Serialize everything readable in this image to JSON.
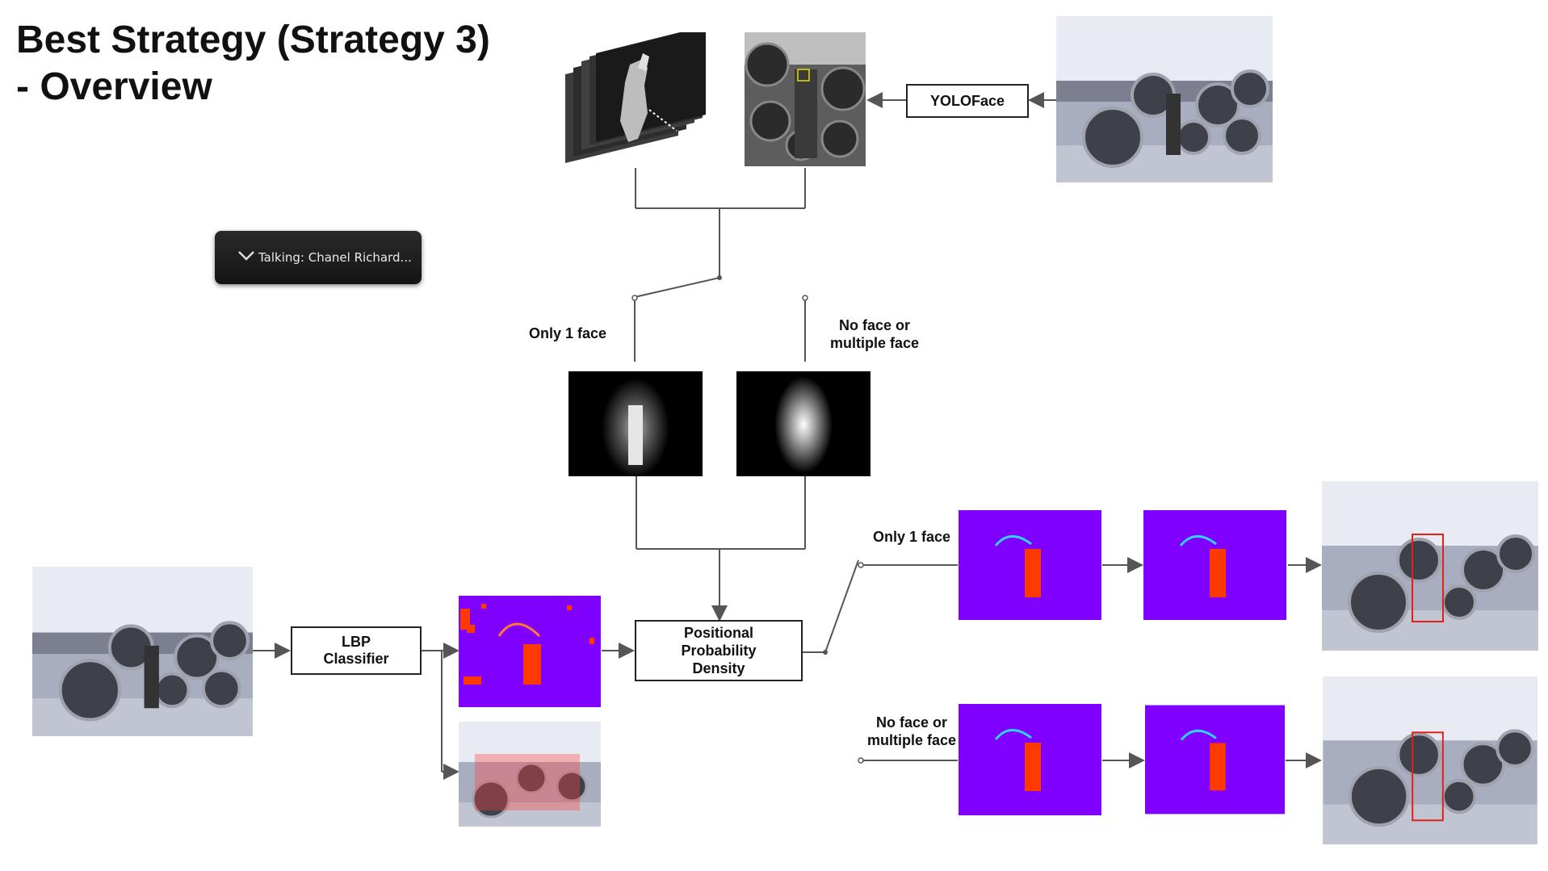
{
  "slide": {
    "title_line1": "Best Strategy (Strategy 3)",
    "title_line2": "- Overview"
  },
  "boxes": {
    "yoloface": "YOLOFace",
    "lbp_line1": "LBP",
    "lbp_line2": "Classifier",
    "ppd_line1": "Positional",
    "ppd_line2": "Probability",
    "ppd_line3": "Density"
  },
  "labels": {
    "only_one_face": "Only 1 face",
    "no_face_line1": "No face or",
    "no_face_line2": "multiple face",
    "only_one_face_right": "Only 1 face",
    "no_face_right_line1": "No face or",
    "no_face_right_line2": "multiple face"
  },
  "presenter": {
    "chevron_icon": "chevron-down-icon",
    "talking_text": "Talking:  Chanel  Richard..."
  },
  "colors": {
    "heatmap_background": "#8000ff",
    "heatmap_hot": "#ff3a00",
    "line": "#555555",
    "detect_box": "#e0201a",
    "face_marker": "#e8e000"
  }
}
